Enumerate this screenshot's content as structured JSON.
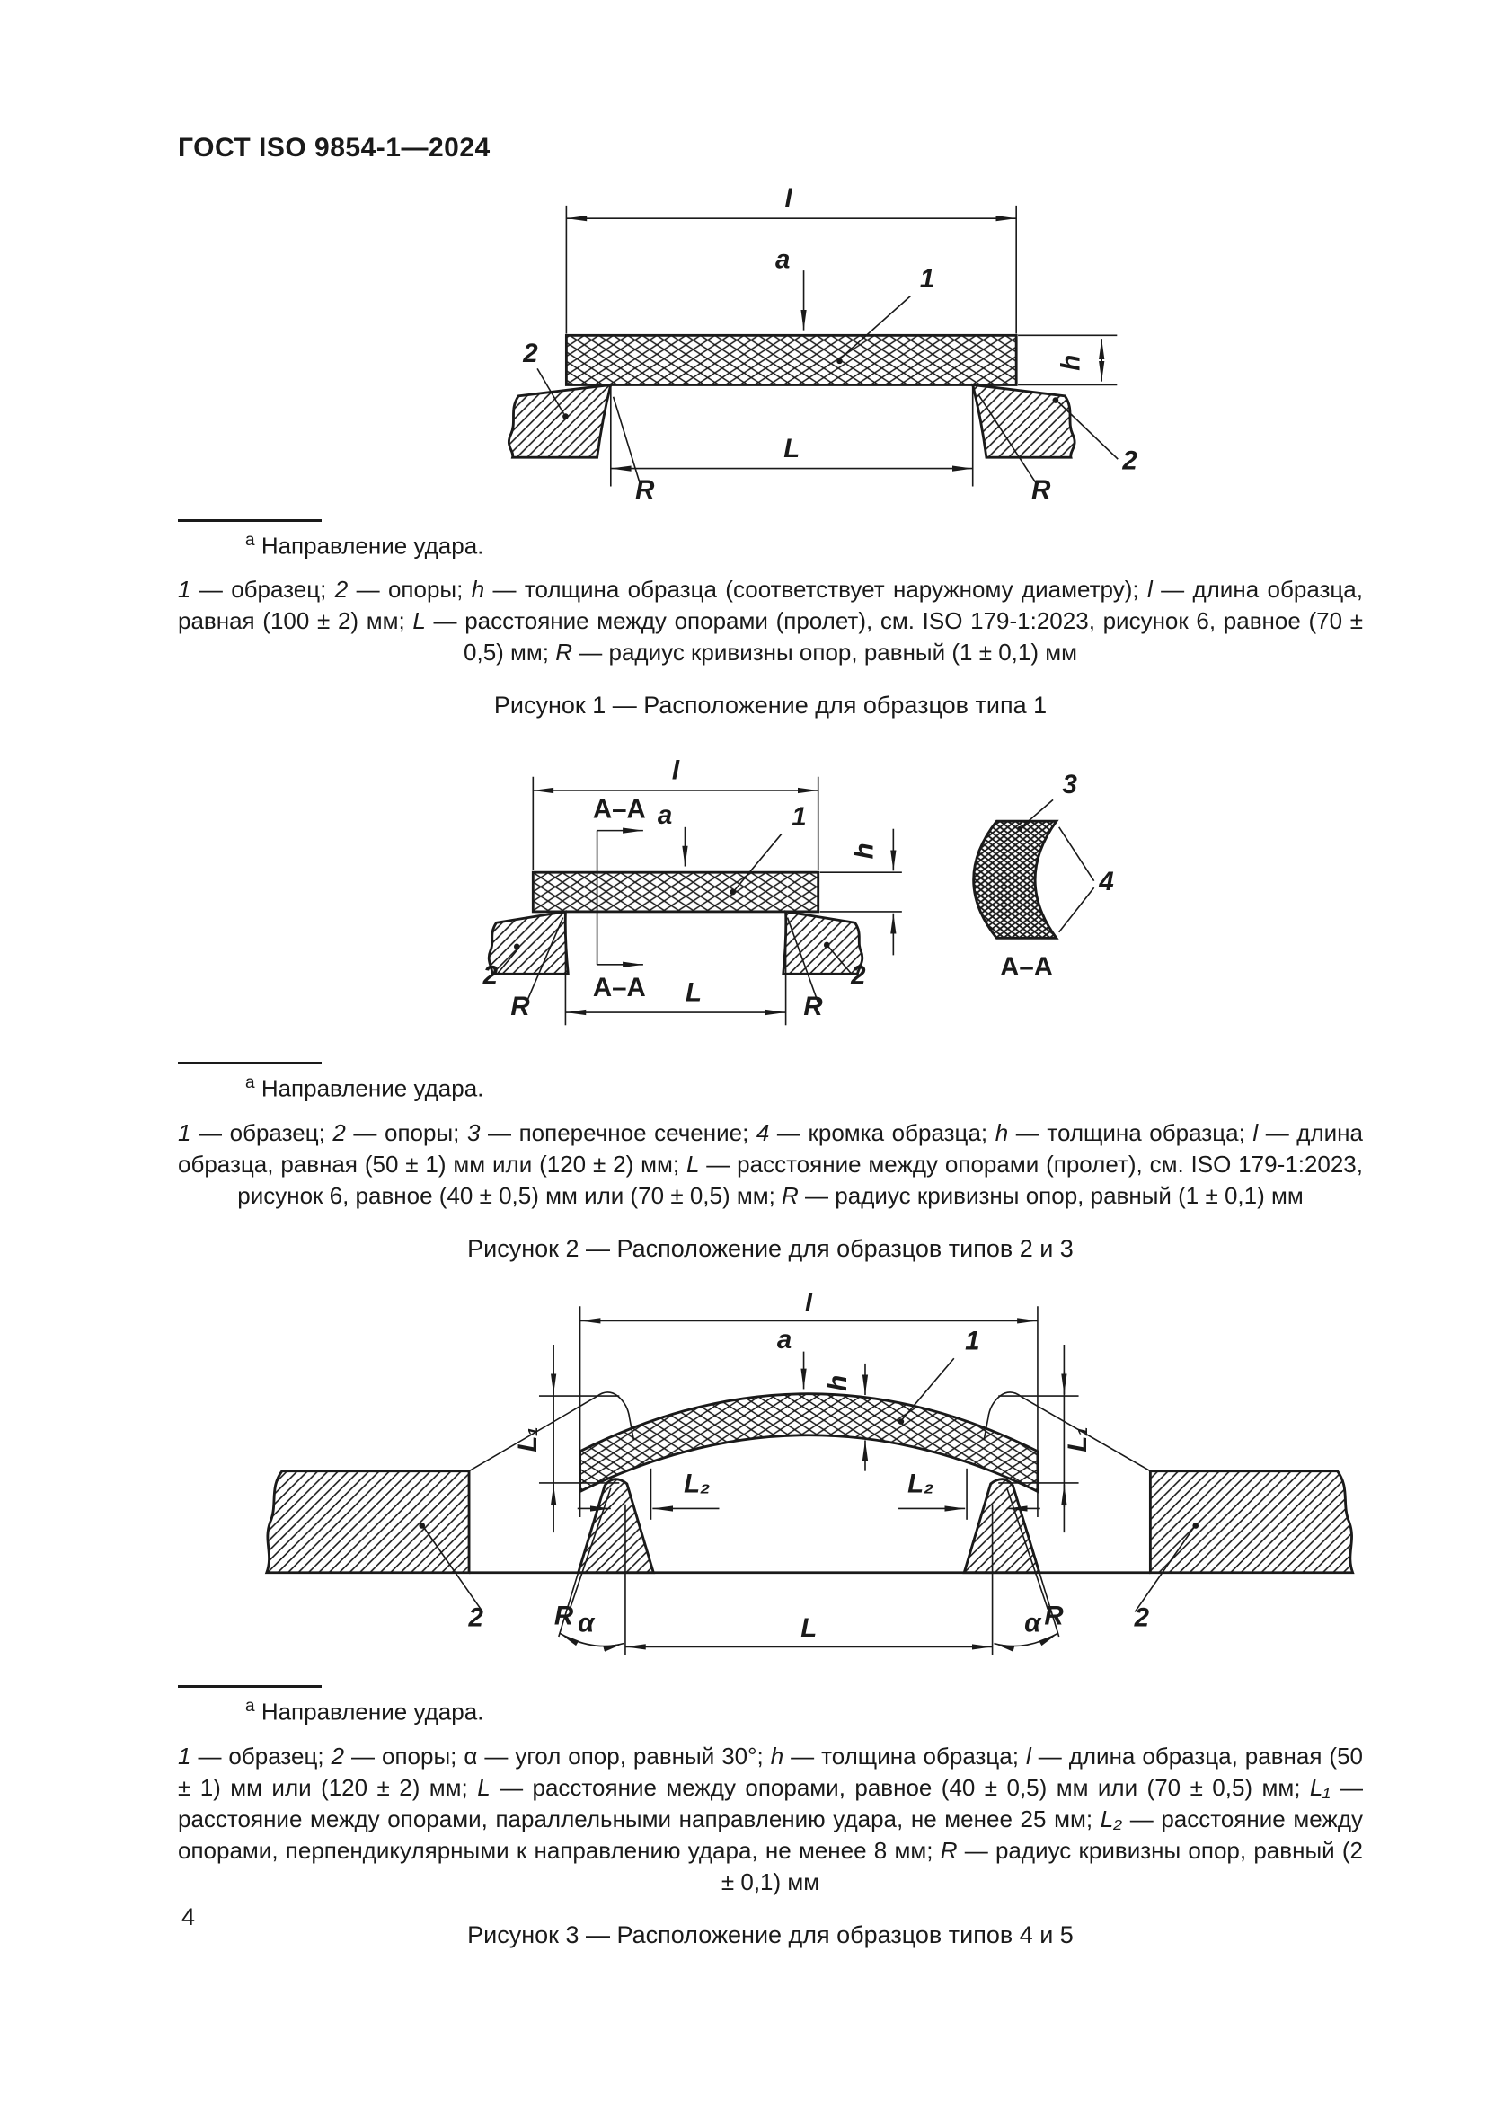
{
  "page": {
    "header": "ГОСТ ISO 9854-1—2024",
    "number": "4"
  },
  "figures": [
    {
      "footnote": {
        "marker": "а",
        "text": "Направление удара."
      },
      "caption": [
        {
          "t": "1",
          "i": true
        },
        {
          "t": " — образец; "
        },
        {
          "t": "2",
          "i": true
        },
        {
          "t": " — опоры; "
        },
        {
          "t": "h",
          "i": true
        },
        {
          "t": " — толщина образца (соответствует наружному диаметру); "
        },
        {
          "t": "l",
          "i": true
        },
        {
          "t": " — длина образца, равная (100 ± 2) мм; "
        },
        {
          "t": "L",
          "i": true
        },
        {
          "t": " — расстояние между опорами (пролет), см. ISO 179-1:2023, рисунок 6, равное (70 ± 0,5) мм; "
        },
        {
          "t": "R",
          "i": true
        },
        {
          "t": " — радиус кривизны опор, равный (1 ± 0,1) мм"
        }
      ],
      "title": "Рисунок 1 — Расположение для образцов типа 1",
      "marks": {
        "l": "l",
        "a": "а",
        "specimen": "1",
        "h": "h",
        "span": "L",
        "support_left": "2",
        "support_right": "2",
        "radius_left": "R",
        "radius_right": "R"
      }
    },
    {
      "footnote": {
        "marker": "а",
        "text": "Направление удара."
      },
      "caption": [
        {
          "t": "1",
          "i": true
        },
        {
          "t": " — образец; "
        },
        {
          "t": "2",
          "i": true
        },
        {
          "t": " — опоры; "
        },
        {
          "t": "3",
          "i": true
        },
        {
          "t": " — поперечное сечение; "
        },
        {
          "t": "4",
          "i": true
        },
        {
          "t": " — кромка образца; "
        },
        {
          "t": "h",
          "i": true
        },
        {
          "t": " — толщина образца; "
        },
        {
          "t": "l",
          "i": true
        },
        {
          "t": " — длина образца, равная (50 ± 1) мм или (120 ± 2) мм; "
        },
        {
          "t": "L",
          "i": true
        },
        {
          "t": " — расстояние между опорами (пролет), см. ISO 179-1:2023, рисунок 6, равное (40 ± 0,5) мм или (70 ± 0,5) мм; "
        },
        {
          "t": "R",
          "i": true
        },
        {
          "t": " — радиус кривизны опор, равный (1 ± 0,1) мм"
        }
      ],
      "title": "Рисунок 2 — Расположение для образцов типов 2 и 3",
      "marks": {
        "l": "l",
        "a": "а",
        "specimen": "1",
        "h": "h",
        "span": "L",
        "support_left": "2",
        "support_right": "2",
        "radius_left": "R",
        "radius_right": "R",
        "cut_top": "А–А",
        "cut_bottom": "А–А",
        "section_title": "А–А",
        "cross_section": "3",
        "edge": "4"
      }
    },
    {
      "footnote": {
        "marker": "а",
        "text": "Направление удара."
      },
      "caption": [
        {
          "t": "1",
          "i": true
        },
        {
          "t": " — образец; "
        },
        {
          "t": "2",
          "i": true
        },
        {
          "t": " — опоры; "
        },
        {
          "t": "α"
        },
        {
          "t": " — угол опор, равный 30°; "
        },
        {
          "t": "h",
          "i": true
        },
        {
          "t": " — толщина образца; "
        },
        {
          "t": "l",
          "i": true
        },
        {
          "t": " — длина образца, равная (50 ± 1) мм или (120 ± 2) мм; "
        },
        {
          "t": "L",
          "i": true
        },
        {
          "t": " — расстояние между опорами, равное (40 ± 0,5) мм или (70 ± 0,5) мм; "
        },
        {
          "t": "L₁",
          "i": true
        },
        {
          "t": " — расстояние между опорами, параллельными направлению удара, не менее 25 мм; "
        },
        {
          "t": "L₂",
          "i": true
        },
        {
          "t": " — расстояние между опорами, перпендикулярными к направлению удара, не менее 8 мм; "
        },
        {
          "t": "R",
          "i": true
        },
        {
          "t": " — радиус кривизны опор, равный (2 ± 0,1) мм"
        }
      ],
      "title": "Рисунок 3 — Расположение для образцов типов 4 и 5",
      "marks": {
        "l": "l",
        "a": "а",
        "specimen": "1",
        "h": "h",
        "span": "L",
        "L1_left": "L₁",
        "L1_right": "L₁",
        "L2_left": "L₂",
        "L2_right": "L₂",
        "support_left": "2",
        "support_right": "2",
        "radius_left": "R",
        "radius_right": "R",
        "alpha_left": "α",
        "alpha_right": "α"
      }
    }
  ]
}
